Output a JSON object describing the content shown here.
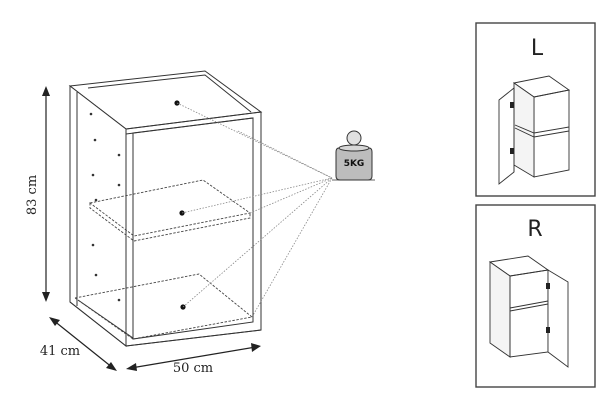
{
  "dimensions": {
    "height": "83 cm",
    "depth": "41 cm",
    "width": "50 cm"
  },
  "load": {
    "weight_label": "5KG",
    "icon": "weight-icon"
  },
  "variants": {
    "left": {
      "letter": "L"
    },
    "right": {
      "letter": "R"
    }
  },
  "colors": {
    "line": "#333333",
    "panel_border": "#444444",
    "weight_fill": "#bdbdbd"
  }
}
